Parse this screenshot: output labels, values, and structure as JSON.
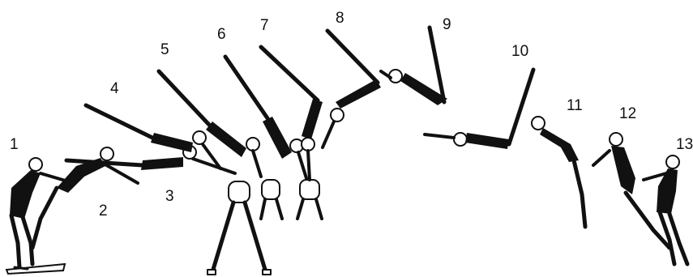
{
  "figure": {
    "phase_labels": [
      "1",
      "2",
      "3",
      "4",
      "5",
      "6",
      "7",
      "8",
      "9",
      "10",
      "11",
      "12",
      "13"
    ]
  },
  "colors": {
    "ink": "#111111",
    "background": "#ffffff"
  }
}
